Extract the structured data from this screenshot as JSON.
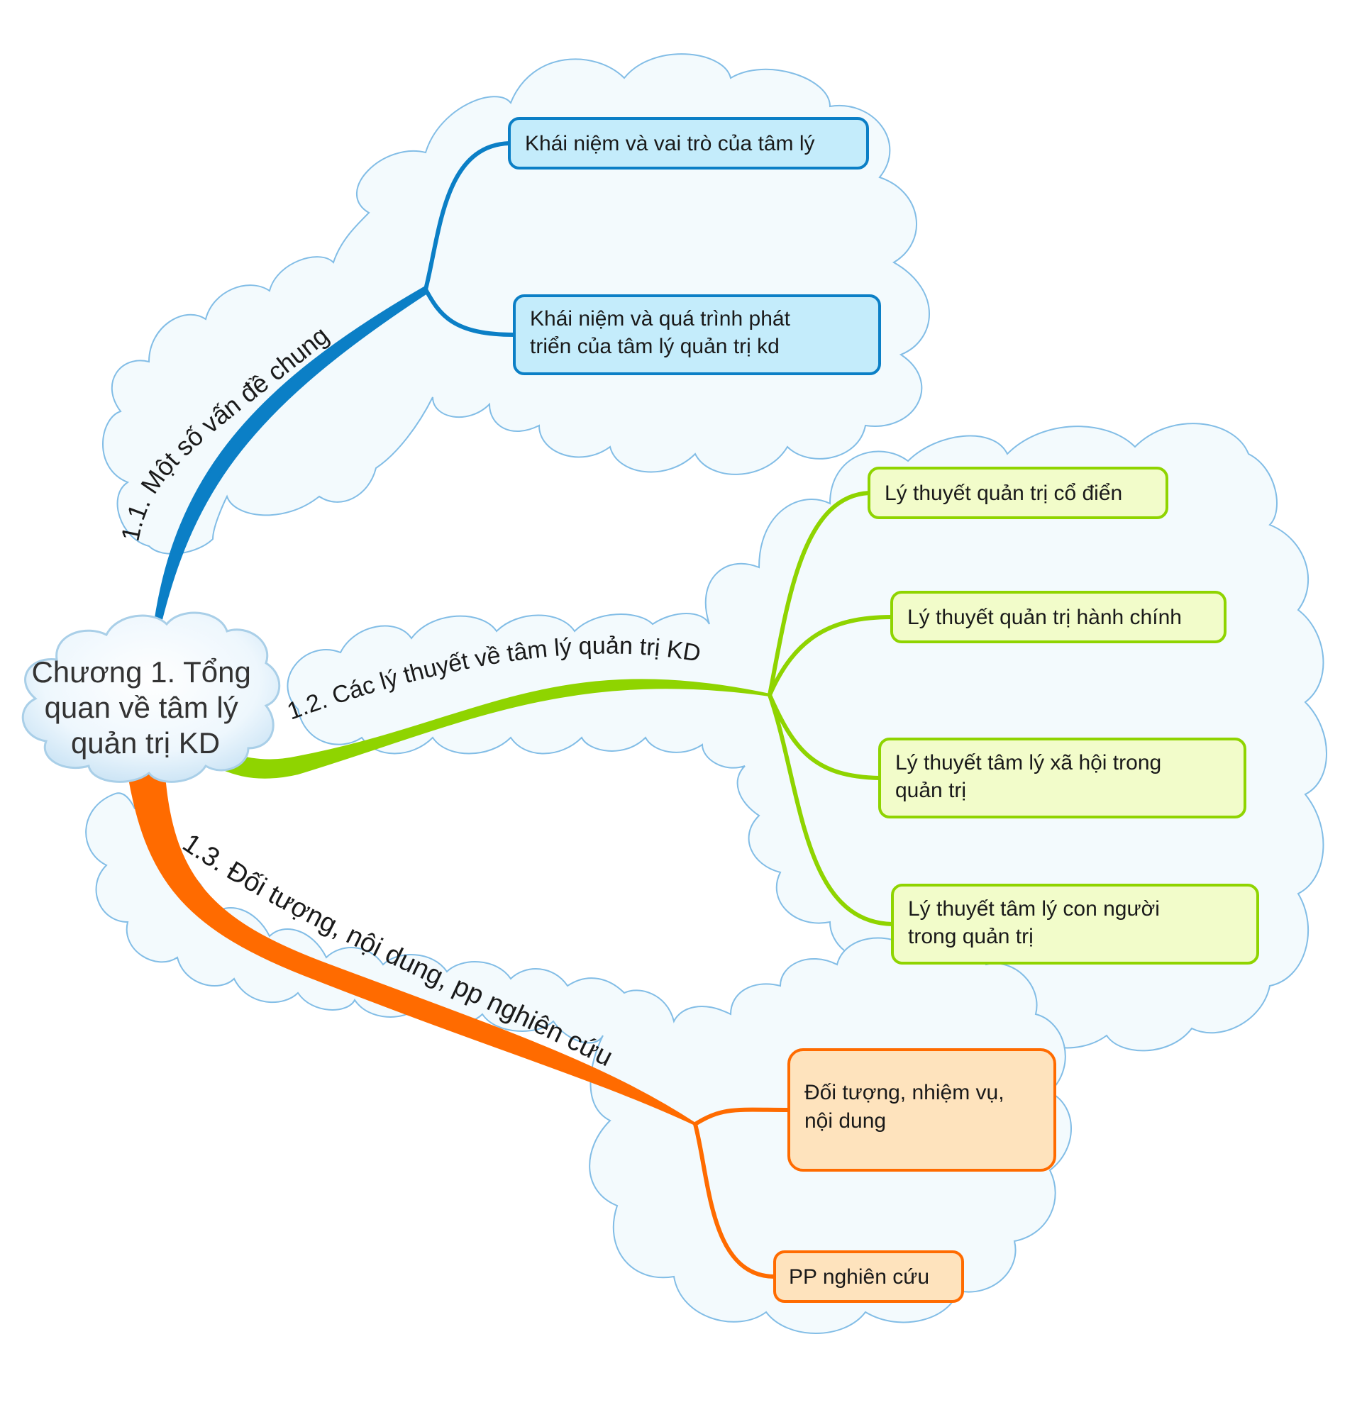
{
  "central": {
    "line1": "Chương 1. Tổng",
    "line2": "quan về tâm lý",
    "line3": "quản trị KD"
  },
  "branches": [
    {
      "label": "1.1. Một số vấn đề chung",
      "color": "#0b7fc6",
      "subtopic_fill": "#c4ecfb",
      "subtopics": [
        [
          "Khái niệm và vai trò của tâm lý"
        ],
        [
          "Khái niệm và quá trình phát",
          "triển của tâm lý quản trị kd"
        ]
      ]
    },
    {
      "label": "1.2. Các lý thuyết về tâm lý quản trị KD",
      "color": "#8fd400",
      "subtopic_fill": "#f2fcca",
      "subtopics": [
        [
          "Lý thuyết quản trị cổ điển"
        ],
        [
          "Lý thuyết quản trị hành chính"
        ],
        [
          "Lý thuyết tâm lý xã hội trong",
          "quản trị"
        ],
        [
          "Lý thuyết tâm lý con người",
          "trong quản trị"
        ]
      ]
    },
    {
      "label": "1.3. Đối tượng, nội dung, pp nghiên cứu",
      "color": "#ff6b00",
      "subtopic_fill": "#fee3bd",
      "subtopics": [
        [
          "Đối tượng, nhiệm vụ,",
          "nội dung"
        ],
        [
          "PP nghiên cứu"
        ]
      ]
    }
  ]
}
